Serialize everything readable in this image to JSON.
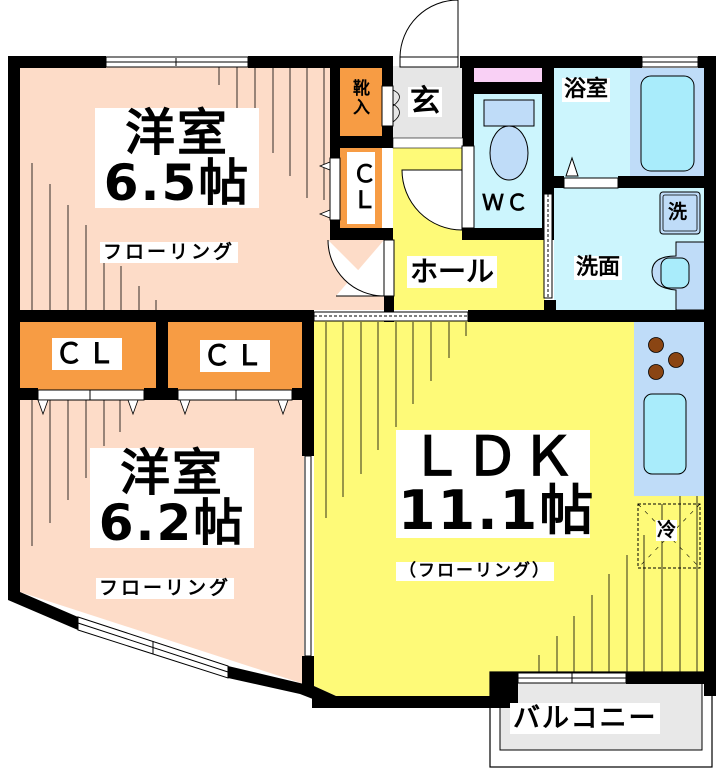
{
  "floor_plan": {
    "colors": {
      "wall": "#000000",
      "western_room": "#fddcc8",
      "closet": "#f79c44",
      "ldk": "#fefa78",
      "hall": "#fefa78",
      "entrance": "#e6e6e6",
      "wet_area": "#ccf5fd",
      "fixture": "#bfdcf8",
      "fixture_inner": "#a9ecfb",
      "stove_burner": "#8a4513",
      "storage_shelf": "#f9d0f5",
      "balcony": "#e8e8e8"
    },
    "rooms": {
      "western1": {
        "name": "洋室",
        "size": "6.5帖",
        "floor": "フローリング"
      },
      "western2": {
        "name": "洋室",
        "size": "6.2帖",
        "floor": "フローリング"
      },
      "ldk": {
        "name": "ＬＤＫ",
        "size": "11.1帖",
        "floor": "（フローリング）"
      },
      "hall": {
        "name": "ホール"
      },
      "entrance": {
        "name": "玄"
      },
      "shoe_closet": {
        "name": "靴入"
      },
      "closet_small": {
        "name": "ＣＬ"
      },
      "closet_left": {
        "name": "ＣＬ"
      },
      "closet_right": {
        "name": "ＣＬ"
      },
      "wc": {
        "name": "ＷＣ"
      },
      "bath": {
        "name": "浴室"
      },
      "washroom": {
        "name": "洗面"
      },
      "washer": {
        "name": "洗"
      },
      "fridge": {
        "name": "冷"
      },
      "balcony": {
        "name": "バルコニー"
      }
    }
  }
}
